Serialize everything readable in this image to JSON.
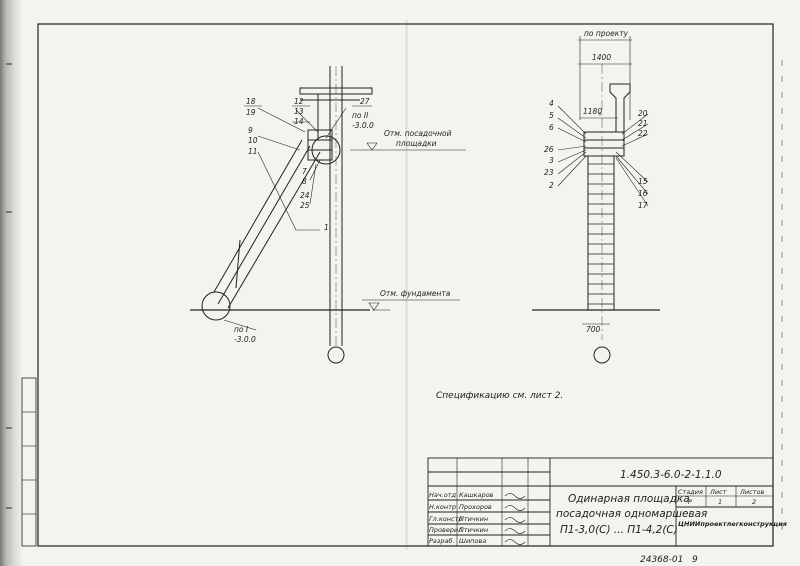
{
  "document": {
    "doc_code": "1.450.3-6.0-2-1.1.0",
    "sheet_number": "24368-01",
    "sheet_page": "9",
    "spec_note": "Спецификацию см. лист 2.",
    "title_lines": [
      "Одинарная площадка",
      "посадочная одномаршевая",
      "П1-3,0(С) ... П1-4,2(С)"
    ],
    "organization": "ЦНИИпроектлегконструкция",
    "stage_header": "Стадия",
    "sheet_header": "Лист",
    "sheets_header": "Листов",
    "stage": "Р",
    "sheet": "1",
    "sheets": "2",
    "roles": [
      {
        "role": "Нач.отд",
        "name": "Кашкаров"
      },
      {
        "role": "Н.контр",
        "name": "Прохоров"
      },
      {
        "role": "Гл.констр",
        "name": "Птичкин"
      },
      {
        "role": "Проверил",
        "name": "Птичкин"
      },
      {
        "role": "Разраб.",
        "name": "Шипова"
      }
    ]
  },
  "left_view": {
    "labels": [
      "18",
      "19",
      "9",
      "10",
      "11",
      "12",
      "13",
      "14",
      "27",
      "7",
      "8",
      "24",
      "25",
      "1"
    ],
    "mark_top": "по II",
    "mark_top_level": "-3.0.0",
    "mark_bottom": "по I",
    "mark_bottom_level": "-3.0.0",
    "landing_level_line1": "Отм. посадочной",
    "landing_level_line2": "площадки",
    "foundation_level": "Отм. фундамента"
  },
  "right_view": {
    "by_project": "по проекту",
    "dim_1400": "1400",
    "dim_1180": "1180",
    "dim_700": "700",
    "labels_left": [
      "4",
      "5",
      "6",
      "26",
      "3",
      "23",
      "2"
    ],
    "labels_right": [
      "20",
      "21",
      "22",
      "15",
      "16",
      "17"
    ]
  }
}
